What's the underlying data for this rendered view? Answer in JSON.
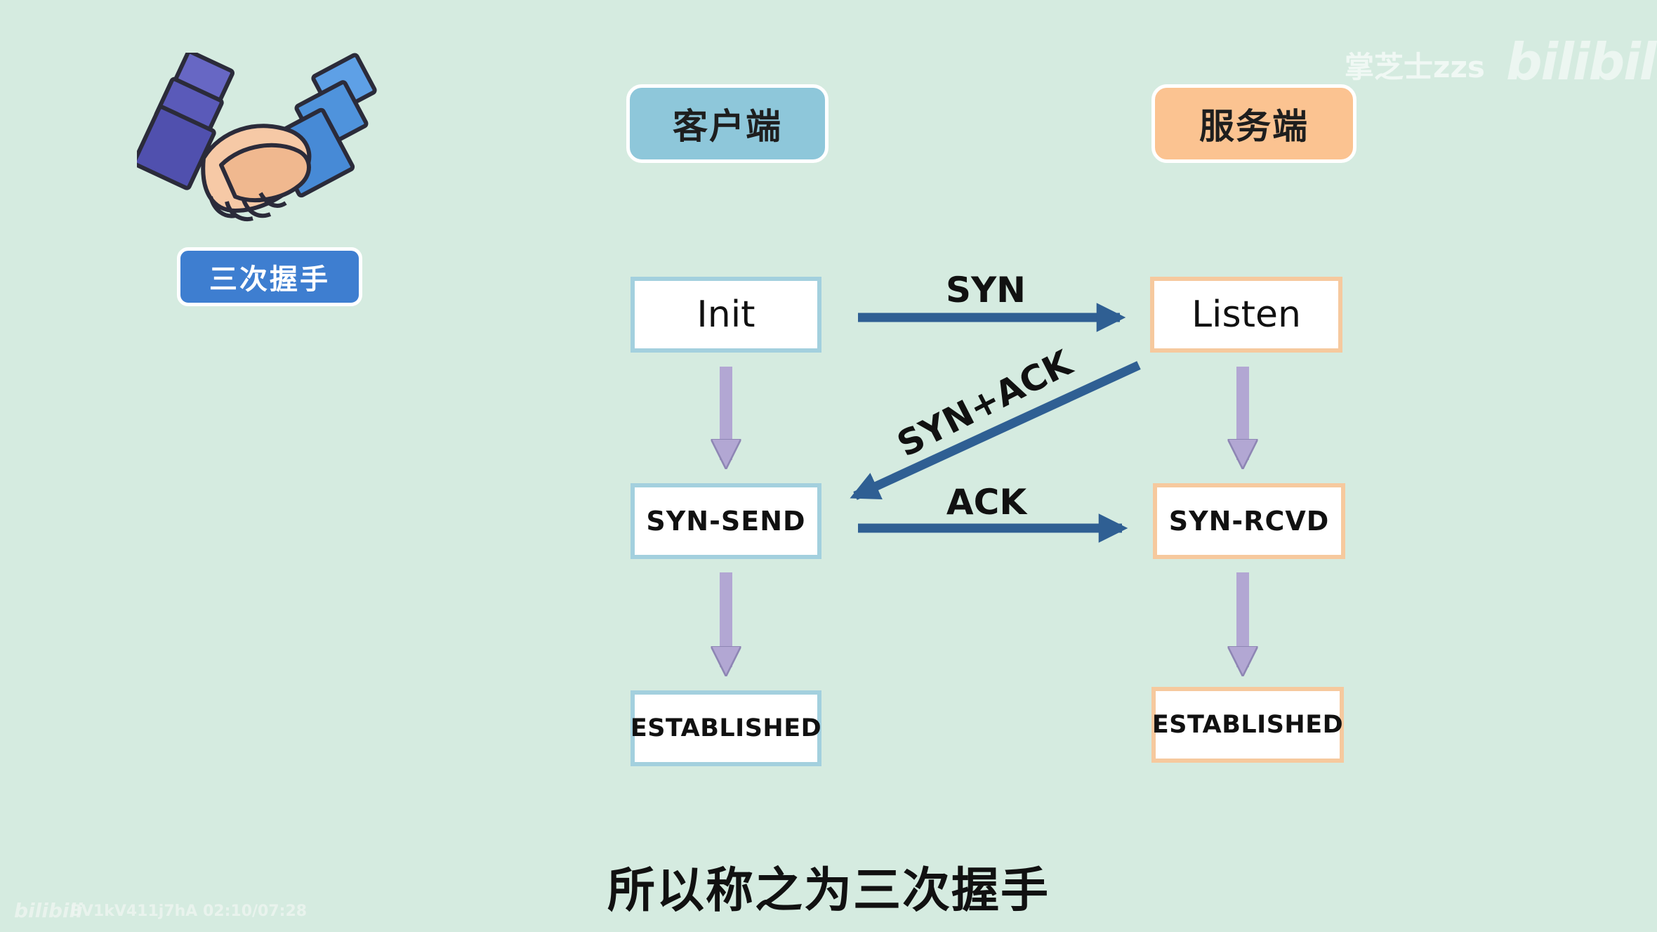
{
  "badge": {
    "label": "三次握手"
  },
  "columns": {
    "client": {
      "title": "客户端"
    },
    "server": {
      "title": "服务端"
    }
  },
  "states": {
    "client": [
      "Init",
      "SYN-SEND",
      "ESTABLISHED"
    ],
    "server": [
      "Listen",
      "SYN-RCVD",
      "ESTABLISHED"
    ]
  },
  "messages": {
    "syn": "SYN",
    "syn_ack": "SYN+ACK",
    "ack": "ACK"
  },
  "subtitle": "所以称之为三次握手",
  "watermark": {
    "author": "掌芝士zzs",
    "logo": "bilibili",
    "corner_logo": "bilibili",
    "corner_id": "BV1kV411j7hA 02:10/07:28"
  },
  "colors": {
    "background": "#d5ebe0",
    "client_accent": "#8ec7da",
    "server_accent": "#fbc391",
    "message_arrow": "#2f5f93",
    "state_arrow": "#b2a7d3",
    "badge": "#3e7ed0"
  },
  "icons": {
    "illustration": "handshake-icon"
  }
}
